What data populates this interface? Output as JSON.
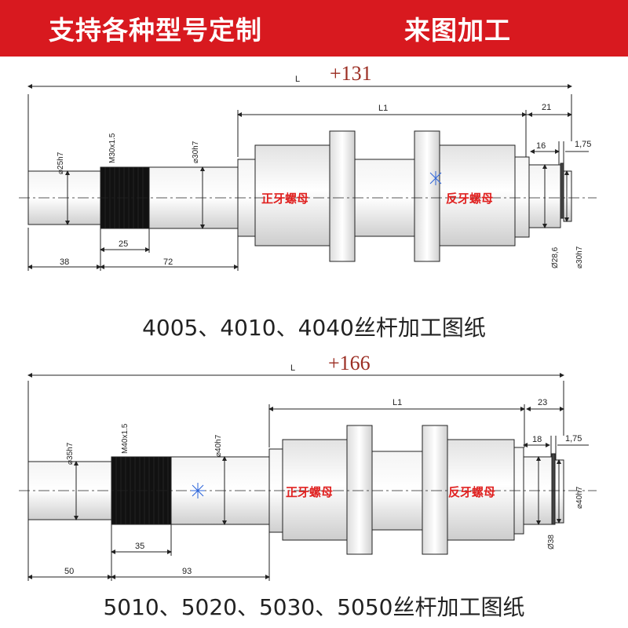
{
  "banner": {
    "left": "支持各种型号定制",
    "right": "来图加工"
  },
  "drawing1": {
    "tolerance": "+131",
    "total_label": "L",
    "l1_label": "L1",
    "dim_21": "21",
    "dim_16": "16",
    "dim_175": "1,75",
    "dia_25": "⌀25h7",
    "thread": "M30x1.5",
    "dia_30_left": "⌀30h7",
    "dia_286": "Ø28,6",
    "dia_30_right": "⌀30h7",
    "dim_25": "25",
    "dim_38": "38",
    "dim_72": "72",
    "nut_left": "正牙螺母",
    "nut_right": "反牙螺母",
    "caption": "4005、4010、4040丝杆加工图纸"
  },
  "drawing2": {
    "tolerance": "+166",
    "total_label": "L",
    "l1_label": "L1",
    "dim_23": "23",
    "dim_18": "18",
    "dim_175": "1,75",
    "dia_35": "⌀35h7",
    "thread": "M40x1.5",
    "dia_40_left": "⌀40h7",
    "dia_40_right": "⌀40h7",
    "dia_38": "Ø38",
    "dim_35": "35",
    "dim_50": "50",
    "dim_93": "93",
    "nut_left": "正牙螺母",
    "nut_right": "反牙螺母",
    "caption": "5010、5020、5030、5050丝杆加工图纸"
  }
}
